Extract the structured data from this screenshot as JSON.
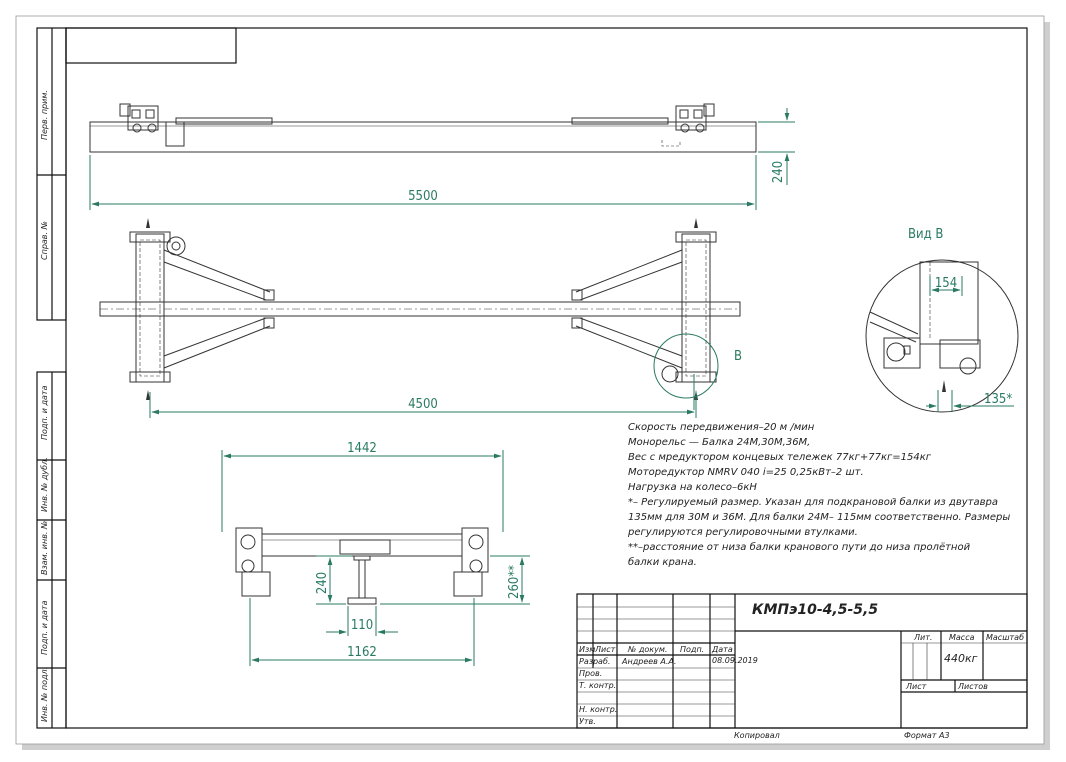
{
  "title_block": {
    "designation": "КМПэ10-4,5-5,5",
    "headers": {
      "izm": "Изм",
      "list": "Лист",
      "doc_no": "№ докум.",
      "podp": "Подп.",
      "data": "Дата"
    },
    "rows": {
      "razrab": "Разраб.",
      "prov": "Пров.",
      "tkontr": "Т. контр.",
      "nkontr": "Н. контр.",
      "utv": "Утв."
    },
    "razrab_name": "Андреев А.А.",
    "razrab_date": "08.09.2019",
    "lit_label": "Лит.",
    "mass_label": "Масса",
    "scale_label": "Масштаб",
    "mass_value": "440кг",
    "sheet_label": "Лист",
    "sheets_label": "Листов",
    "copied_label": "Копировал",
    "format_label": "Формат А3"
  },
  "side_stamps": {
    "perv_prim": "Перв. прим.",
    "sprav_no": "Справ. №",
    "podp_data_1": "Подп. и дата",
    "inv_dubl": "Инв. № дубл.",
    "vzam_inv": "Взам. инв. №",
    "podp_data_2": "Подп. и дата",
    "inv_podl": "Инв. № подл."
  },
  "dimensions": {
    "span": "5500",
    "height_240_top": "240",
    "wheelbase": "4500",
    "width_1442": "1442",
    "height_240_side": "240",
    "height_260": "260**",
    "flange_110": "110",
    "width_1162": "1162",
    "detail_154": "154",
    "detail_135": "135*"
  },
  "labels": {
    "view_marker": "B",
    "view_title": "Вид B"
  },
  "notes": [
    "Скорость передвижения–20 м /мин",
    "Монорельс — Балка 24М,30М,36М,",
    "Вес с мредуктором концевых тележек 77кг+77кг=154кг",
    "Моторедуктор NMRV 040 i=25 0,25кВт–2 шт.",
    "Нагрузка на колесо–6кН",
    "*– Регулируемый размер. Указан для подкрановой балки из двутавра",
    "135мм для 30М и 36М. Для балки 24М– 115мм соответственно. Размеры",
    "регулируются регулировочными втулками.",
    "**–расстояние от низа балки кранового пути до низа пролётной",
    "балки крана."
  ]
}
